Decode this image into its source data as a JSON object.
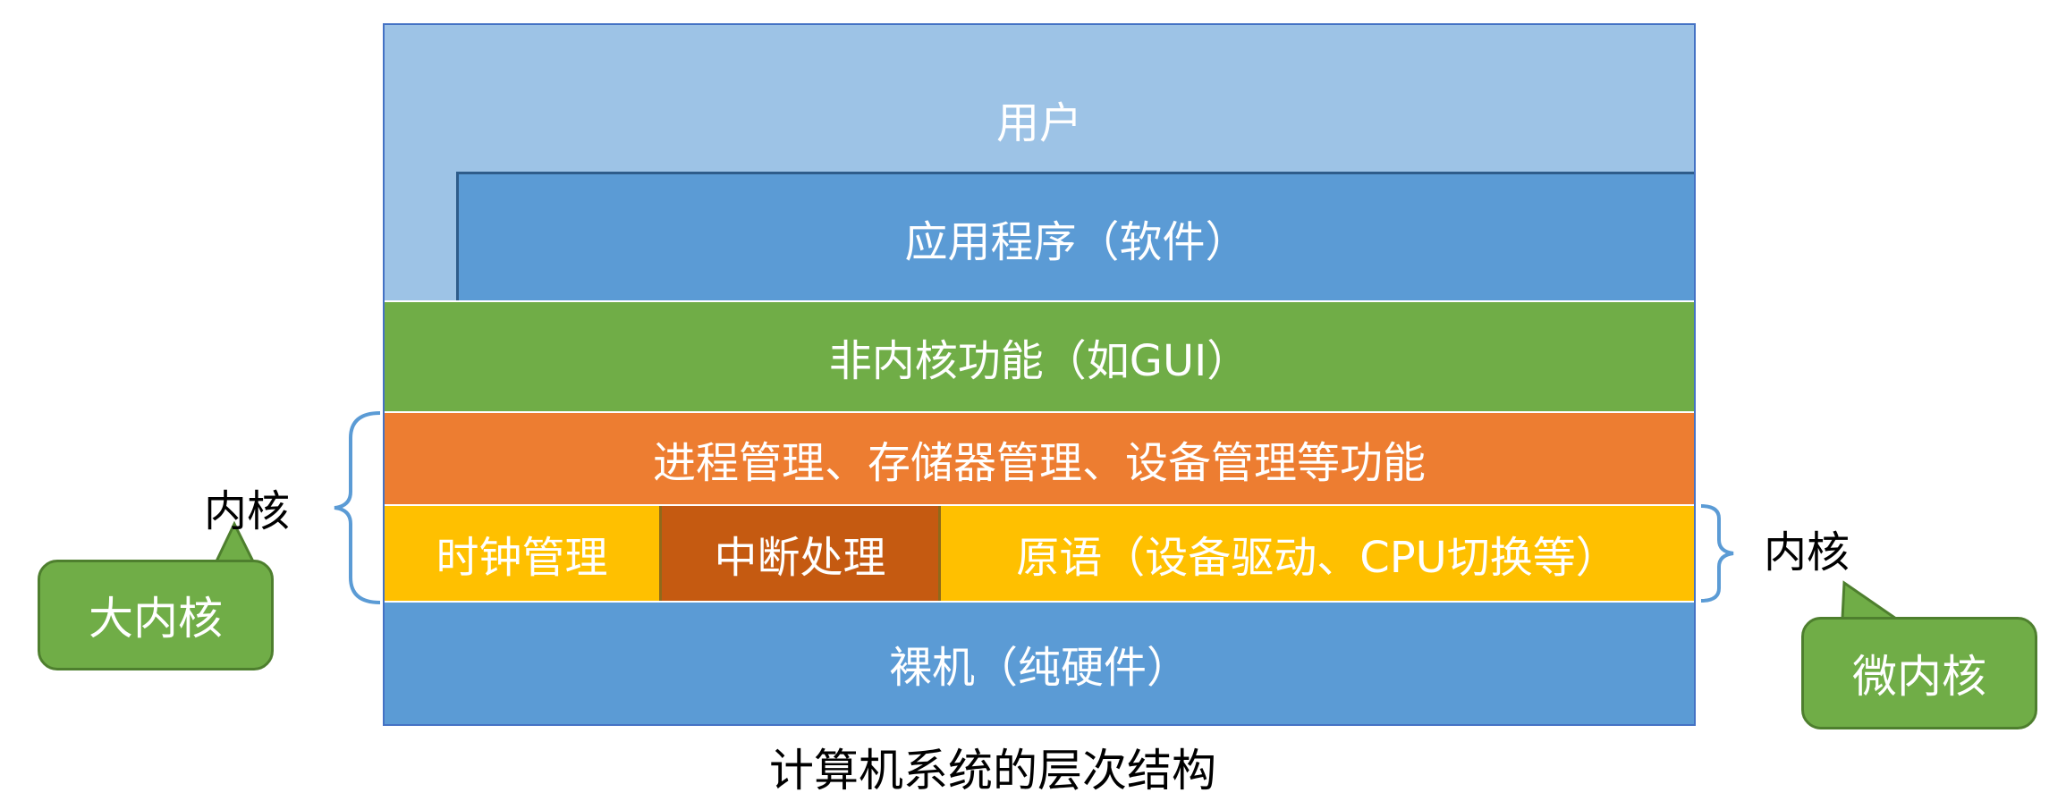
{
  "layers": {
    "user": "用户",
    "applications": "应用程序（软件）",
    "non_kernel": "非内核功能（如GUI）",
    "management": "进程管理、存储器管理、设备管理等功能",
    "clock": "时钟管理",
    "interrupt": "中断处理",
    "primitives": "原语（设备驱动、CPU切换等）",
    "hardware": "裸机（纯硬件）"
  },
  "annotations": {
    "kernel_left": "内核",
    "kernel_right": "内核",
    "monolithic_kernel": "大内核",
    "microkernel": "微内核"
  },
  "caption": "计算机系统的层次结构",
  "colors": {
    "user": "#9DC3E6",
    "applications": "#5B9BD5",
    "non_kernel": "#70AD47",
    "management": "#ED7D31",
    "bottom_kernel": "#FFC000",
    "interrupt": "#C55A11",
    "hardware": "#5B9BD5",
    "bubble": "#70AD47",
    "brace": "#5B9BD5"
  }
}
